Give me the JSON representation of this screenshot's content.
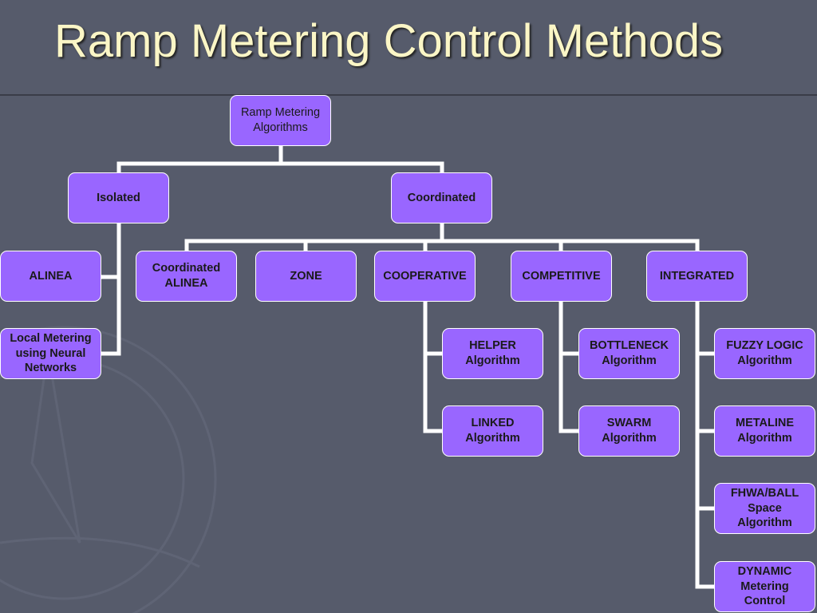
{
  "slide": {
    "title": "Ramp Metering Control Methods"
  },
  "colors": {
    "background": "#565b6b",
    "title": "#fbf6c6",
    "node_fill": "#9966ff",
    "connector": "#ffffff"
  },
  "tree": {
    "root": "Ramp Metering\nAlgorithms",
    "isolated": {
      "label": "Isolated",
      "children": [
        "ALINEA",
        "Local Metering\nusing Neural\nNetworks"
      ]
    },
    "coordinated": {
      "label": "Coordinated",
      "children": {
        "coordinated_alinea": "Coordinated\nALINEA",
        "zone": "ZONE",
        "cooperative": {
          "label": "COOPERATIVE",
          "children": [
            "HELPER\nAlgorithm",
            "LINKED\nAlgorithm"
          ]
        },
        "competitive": {
          "label": "COMPETITIVE",
          "children": [
            "BOTTLENECK\nAlgorithm",
            "SWARM\nAlgorithm"
          ]
        },
        "integrated": {
          "label": "INTEGRATED",
          "children": [
            "FUZZY LOGIC\nAlgorithm",
            "METALINE\nAlgorithm",
            "FHWA/BALL\nSpace\nAlgorithm",
            "DYNAMIC\nMetering\nControl"
          ]
        }
      }
    }
  }
}
